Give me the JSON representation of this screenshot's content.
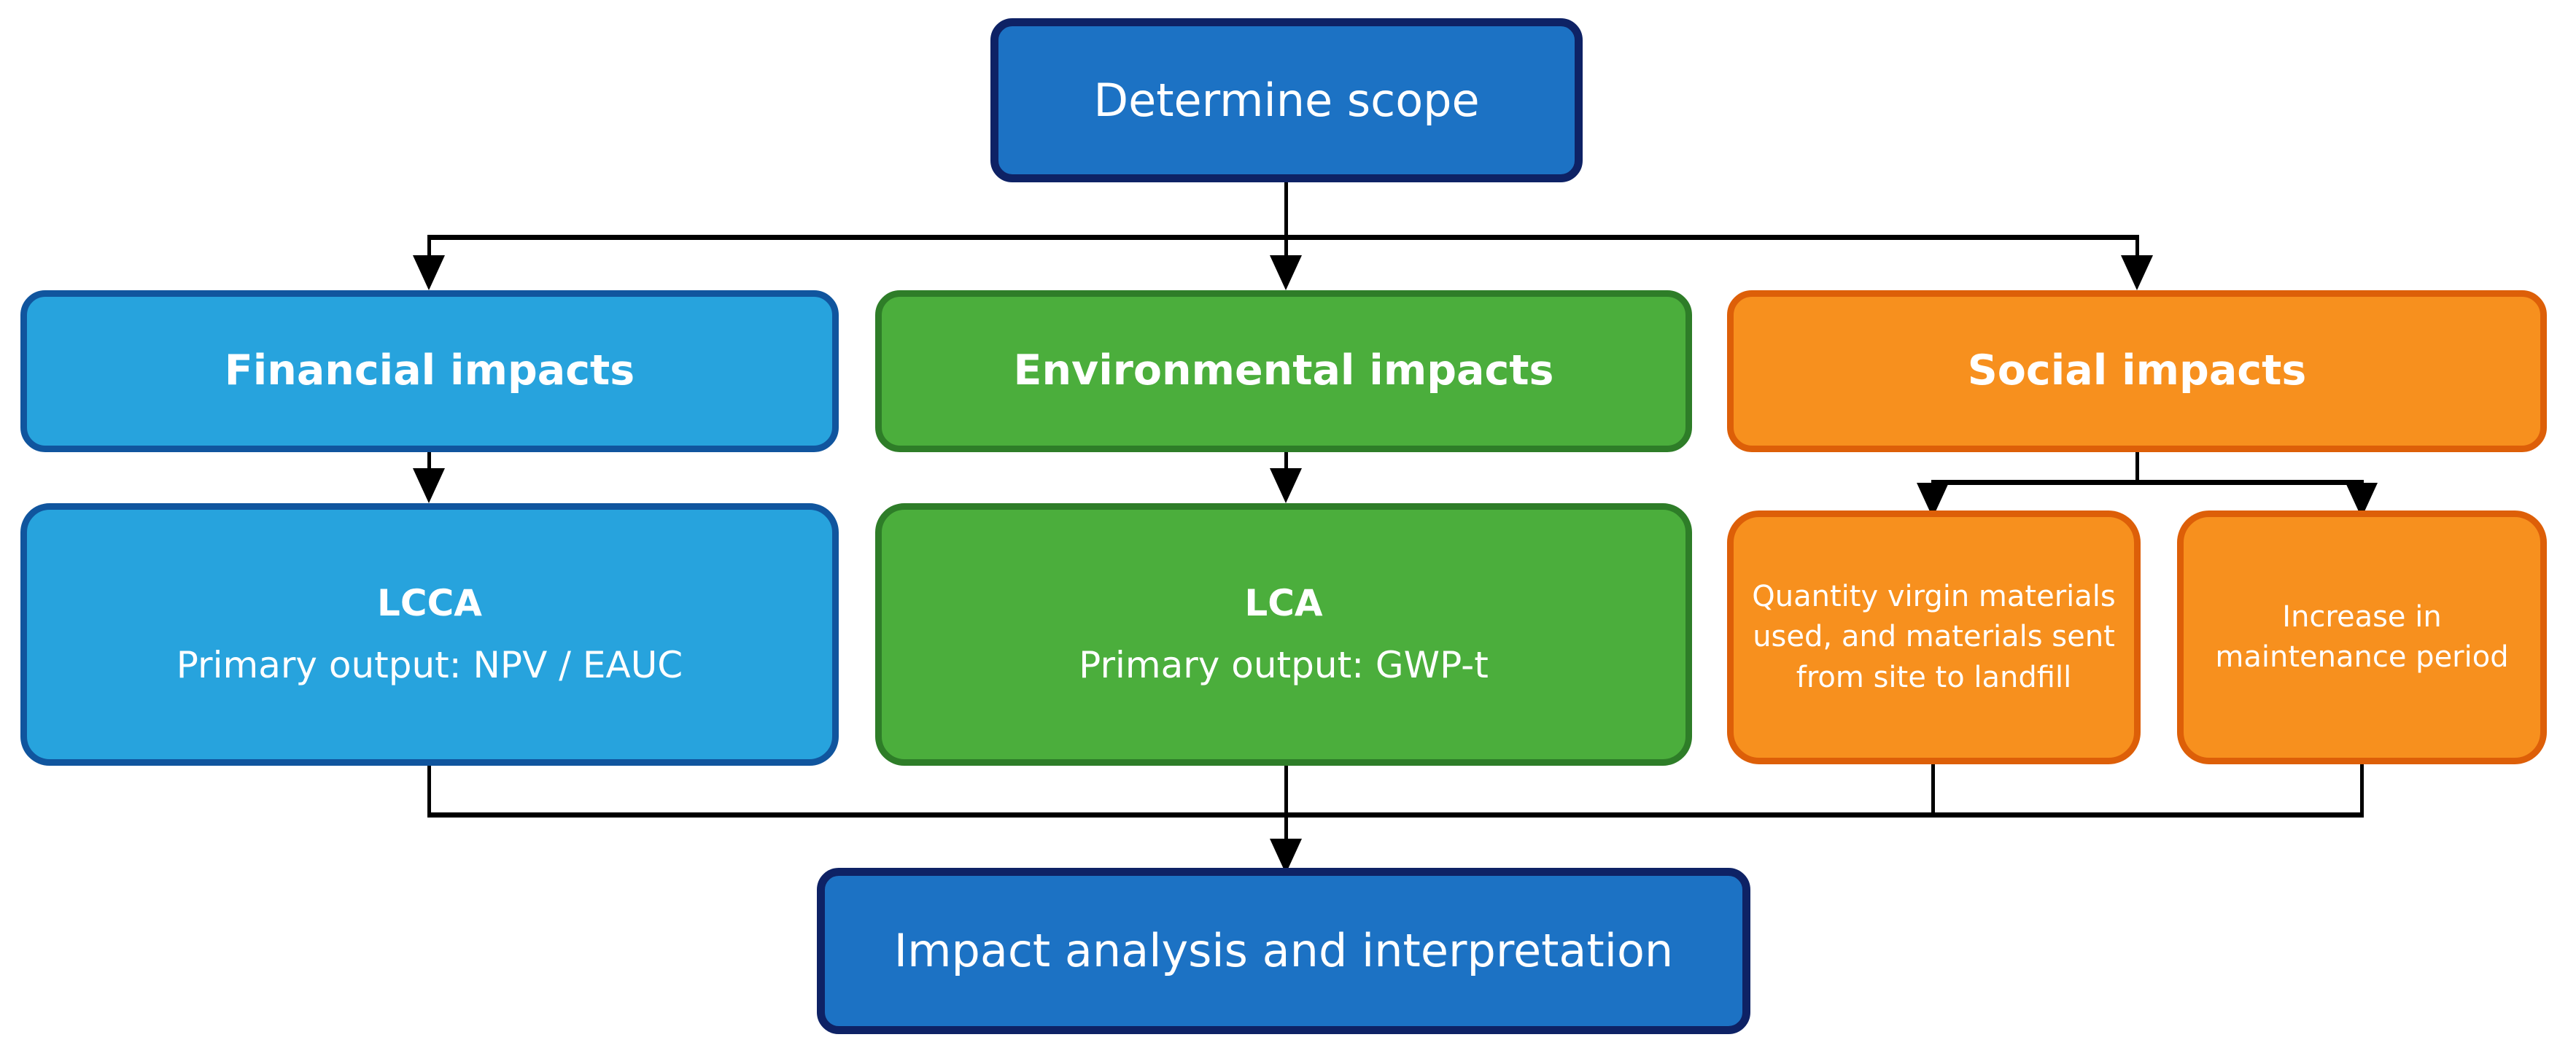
{
  "diagram": {
    "title": "Sustainability assessment framework flowchart",
    "type": "flowchart",
    "background": "#FFFFFF",
    "palette": {
      "blue_dark_fill": "#1C72C4",
      "blue_dark_border": "#0E2265",
      "blue_light_fill": "#27A3DD",
      "blue_light_border": "#10559E",
      "green_fill": "#4BAE3C",
      "green_border": "#2E7D28",
      "orange_fill": "#F7901E",
      "orange_border": "#DD5F08",
      "connector": "#000000",
      "text": "#FFFFFF"
    }
  },
  "nodes": {
    "scope": {
      "label": "Determine scope"
    },
    "financial": {
      "label": "Financial impacts"
    },
    "environmental": {
      "label": "Environmental impacts"
    },
    "social": {
      "label": "Social impacts"
    },
    "lcca": {
      "title": "LCCA",
      "subtitle": "Primary output: NPV / EAUC"
    },
    "lca": {
      "title": "LCA",
      "subtitle": "Primary output: GWP-t"
    },
    "materials": {
      "label": "Quantity virgin materials used, and materials sent from site to landfill"
    },
    "maintenance": {
      "label": "Increase in maintenance period"
    },
    "impact": {
      "label": "Impact analysis and interpretation"
    }
  },
  "edges": [
    {
      "from": "scope",
      "to": "financial"
    },
    {
      "from": "scope",
      "to": "environmental"
    },
    {
      "from": "scope",
      "to": "social"
    },
    {
      "from": "financial",
      "to": "lcca"
    },
    {
      "from": "environmental",
      "to": "lca"
    },
    {
      "from": "social",
      "to": "materials"
    },
    {
      "from": "social",
      "to": "maintenance"
    },
    {
      "from": "lcca",
      "to": "impact"
    },
    {
      "from": "lca",
      "to": "impact"
    },
    {
      "from": "materials",
      "to": "impact"
    },
    {
      "from": "maintenance",
      "to": "impact"
    }
  ]
}
